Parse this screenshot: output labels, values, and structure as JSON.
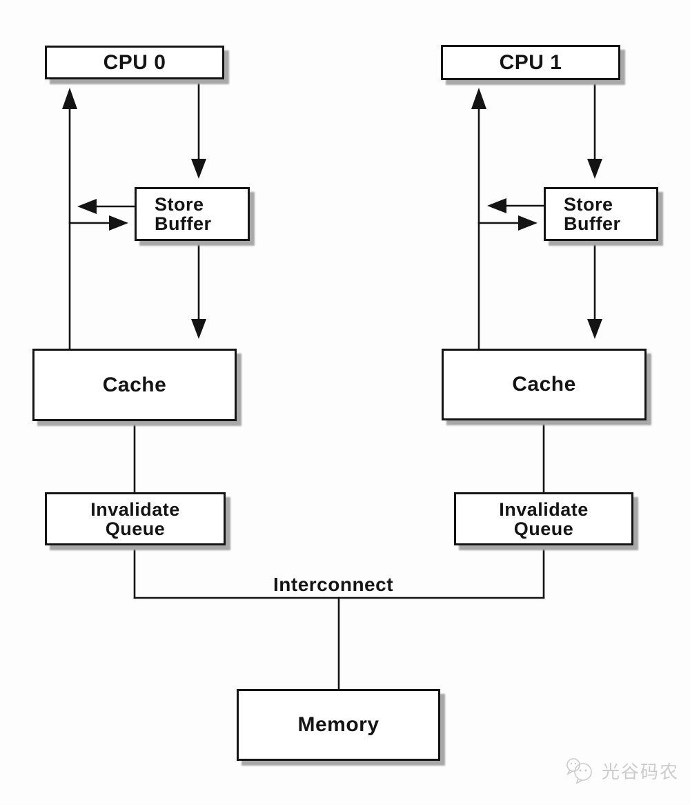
{
  "nodes": {
    "cpu0": {
      "label": "CPU 0"
    },
    "cpu1": {
      "label": "CPU 1"
    },
    "store_buffer_0": {
      "line1": "Store",
      "line2": "Buffer"
    },
    "store_buffer_1": {
      "line1": "Store",
      "line2": "Buffer"
    },
    "cache0": {
      "label": "Cache"
    },
    "cache1": {
      "label": "Cache"
    },
    "invalidate_queue_0": {
      "line1": "Invalidate",
      "line2": "Queue"
    },
    "invalidate_queue_1": {
      "line1": "Invalidate",
      "line2": "Queue"
    },
    "memory": {
      "label": "Memory"
    }
  },
  "labels": {
    "interconnect": "Interconnect"
  },
  "watermark": {
    "text": "光谷码农"
  },
  "colors": {
    "line": "#141414",
    "box_fill": "#ffffff",
    "box_shadow": "#a8a8a8",
    "background": "#fdfdfd",
    "watermark": "#cbcbcb"
  }
}
